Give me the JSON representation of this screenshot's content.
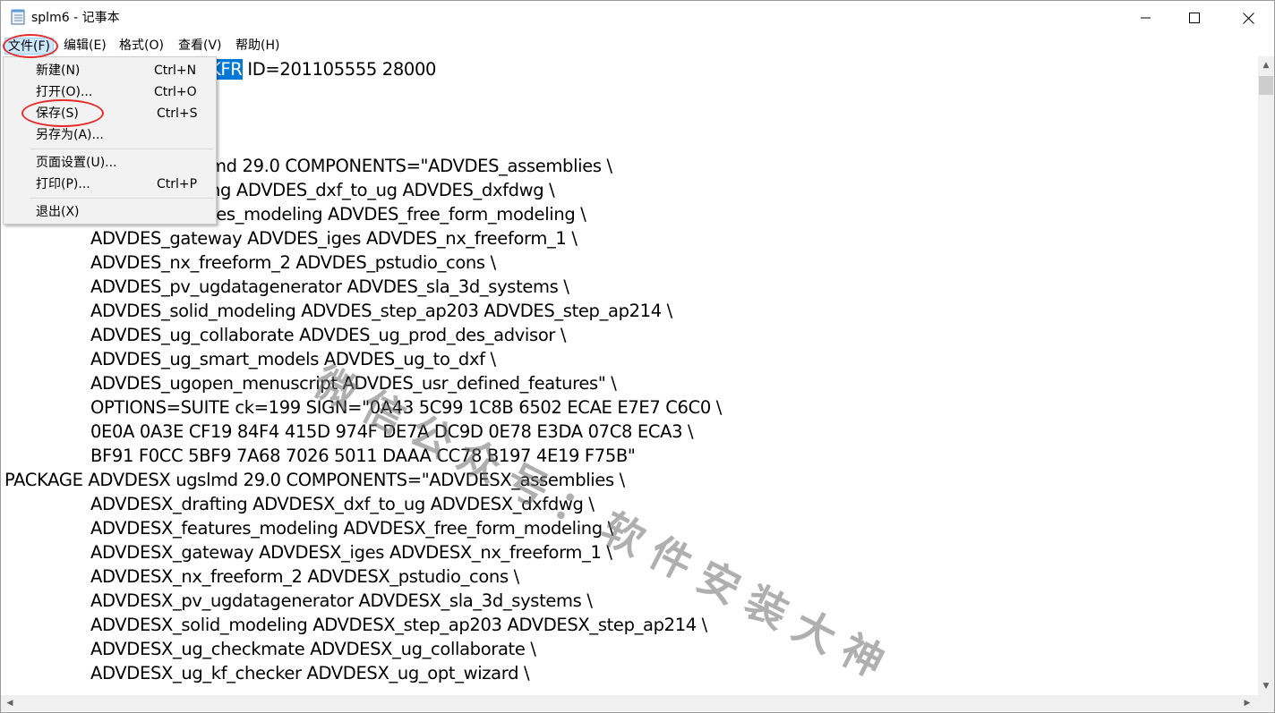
{
  "window": {
    "title": "splm6 - 记事本"
  },
  "menubar": {
    "file": "文件(F)",
    "edit": "编辑(E)",
    "format": "格式(O)",
    "view": "查看(V)",
    "help": "帮助(H)"
  },
  "file_menu": {
    "new": {
      "label": "新建(N)",
      "shortcut": "Ctrl+N"
    },
    "open": {
      "label": "打开(O)...",
      "shortcut": "Ctrl+O"
    },
    "save": {
      "label": "保存(S)",
      "shortcut": "Ctrl+S"
    },
    "save_as": {
      "label": "另存为(A)..."
    },
    "page_setup": {
      "label": "页面设置(U)..."
    },
    "print": {
      "label": "打印(P)...",
      "shortcut": "Ctrl+P"
    },
    "exit": {
      "label": "退出(X)"
    }
  },
  "editor": {
    "first_line_selected": "KFR",
    "first_line_rest": " ID=201105555 28000",
    "lines": [
      "md 29.0 COMPONENTS=\"ADVDES_assemblies \\",
      "ng ADVDES_dxf_to_ug ADVDES_dxfdwg \\",
      "res_modeling ADVDES_free_form_modeling \\",
      "ADVDES_gateway ADVDES_iges ADVDES_nx_freeform_1 \\",
      "ADVDES_nx_freeform_2 ADVDES_pstudio_cons \\",
      "ADVDES_pv_ugdatagenerator ADVDES_sla_3d_systems \\",
      "ADVDES_solid_modeling ADVDES_step_ap203 ADVDES_step_ap214 \\",
      "ADVDES_ug_collaborate ADVDES_ug_prod_des_advisor \\",
      "ADVDES_ug_smart_models ADVDES_ug_to_dxf \\",
      "ADVDES_ugopen_menuscript ADVDES_usr_defined_features\" \\",
      "OPTIONS=SUITE ck=199 SIGN=\"0A43 5C99 1C8B 6502 ECAE E7E7 C6C0 \\",
      "0E0A 0A3E CF19 84F4 415D 974F DE7A DC9D 0E78 E3DA 07C8 ECA3 \\",
      "BF91 F0CC 5BF9 7A68 7026 5011 DAAA CC78 B197 4E19 F75B\"",
      "PACKAGE ADVDESX ugslmd 29.0 COMPONENTS=\"ADVDESX_assemblies \\",
      "ADVDESX_drafting ADVDESX_dxf_to_ug ADVDESX_dxfdwg \\",
      "ADVDESX_features_modeling ADVDESX_free_form_modeling \\",
      "ADVDESX_gateway ADVDESX_iges ADVDESX_nx_freeform_1 \\",
      "ADVDESX_nx_freeform_2 ADVDESX_pstudio_cons \\",
      "ADVDESX_pv_ugdatagenerator ADVDESX_sla_3d_systems \\",
      "ADVDESX_solid_modeling ADVDESX_step_ap203 ADVDESX_step_ap214 \\",
      "ADVDESX_ug_checkmate ADVDESX_ug_collaborate \\",
      "ADVDESX_ug_kf_checker ADVDESX_ug_opt_wizard \\"
    ]
  },
  "watermark": "微信公众号：软件安装大神",
  "colors": {
    "selection": "#0078d7",
    "menu_hover": "#cce8ff",
    "annotation": "#e52d2d"
  }
}
